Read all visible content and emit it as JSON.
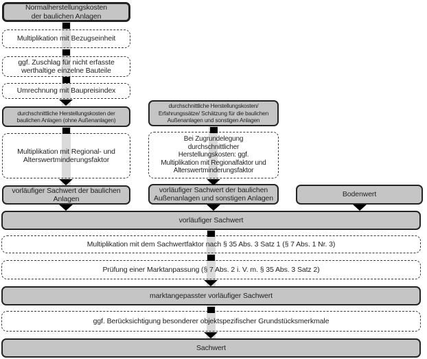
{
  "colors": {
    "result_box_fill": "#c5c5c5",
    "box_border": "#242424",
    "connector_black": "#000000",
    "connector_band": "#dadada",
    "background": "#ffffff",
    "text": "#1f1f1f"
  },
  "flow": {
    "left": [
      {
        "label": "Normalherstellungskosten\nder baulichen Anlagen",
        "style": "solid"
      },
      {
        "label": "Multiplikation mit Bezugseinheit",
        "style": "dashed"
      },
      {
        "label": "ggf. Zuschlag für nicht erfasste\nwerthaltige einzelne Bauteile",
        "style": "dashed"
      },
      {
        "label": "Umrechnung mit Baupreisindex",
        "style": "dashed"
      },
      {
        "label": "durchschnittliche Herstellungskosten der\nbaulichen Anlagen (ohne Außenanlagen)",
        "style": "solid"
      },
      {
        "label": "Multiplikation mit Regional- und\nAlterswertminderungsfaktor",
        "style": "dashed"
      },
      {
        "label": "vorläufiger Sachwert der baulichen\nAnlagen",
        "style": "solid"
      }
    ],
    "middle": [
      {
        "label": "durchschnittliche Herstellungskosten/\nErfahrungssätze/ Schätzung für die baulichen\nAußenanlagen und sonstigen Anlagen",
        "style": "solid"
      },
      {
        "label": "Bei Zugrundelegung\ndurchschnittlicher\nHerstellungskosten: ggf.\nMultiplikation mit Regionalfaktor und\nAlterswertminderungsfaktor",
        "style": "dashed"
      },
      {
        "label": "vorläufiger Sachwert der baulichen\nAußenanlagen und sonstigen Anlagen",
        "style": "solid"
      }
    ],
    "right": [
      {
        "label": "Bodenwert",
        "style": "solid"
      }
    ],
    "full": [
      {
        "label": "vorläufiger Sachwert",
        "style": "solid"
      },
      {
        "label": "Multiplikation mit dem Sachwertfaktor nach § 35 Abs. 3 Satz 1 (§ 7 Abs. 1 Nr. 3)",
        "style": "dashed"
      },
      {
        "label": "Prüfung einer Marktanpassung  (§ 7 Abs. 2 i. V. m. § 35 Abs. 3 Satz 2)",
        "style": "dashed"
      },
      {
        "label": "marktangepasster vorläufiger Sachwert",
        "style": "solid"
      },
      {
        "label": "ggf. Berücksichtigung besonderer objektspezifischer Grundstücksmerkmale",
        "style": "dashed"
      },
      {
        "label": "Sachwert",
        "style": "solid"
      }
    ]
  }
}
